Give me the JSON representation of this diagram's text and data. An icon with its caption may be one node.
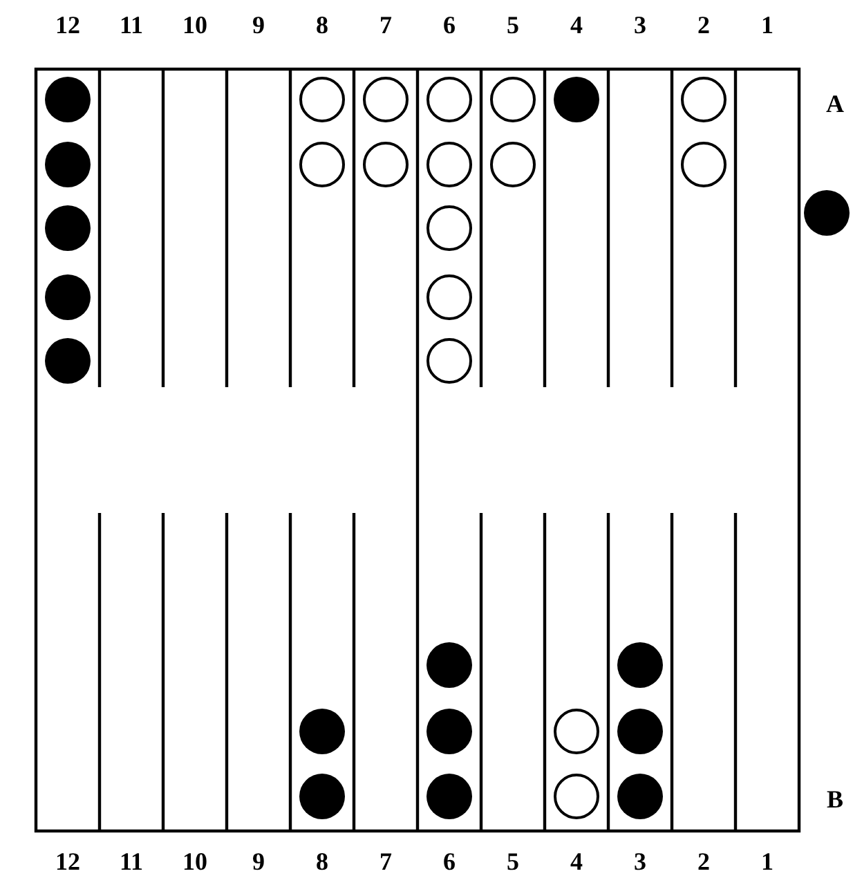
{
  "diagram": {
    "labels": [
      "12",
      "11",
      "10",
      "9",
      "8",
      "7",
      "6",
      "5",
      "4",
      "3",
      "2",
      "1",
      "A",
      "B",
      "12",
      "11",
      "10",
      "9",
      "8",
      "7",
      "6",
      "5",
      "4",
      "3",
      "2",
      "1"
    ]
  }
}
